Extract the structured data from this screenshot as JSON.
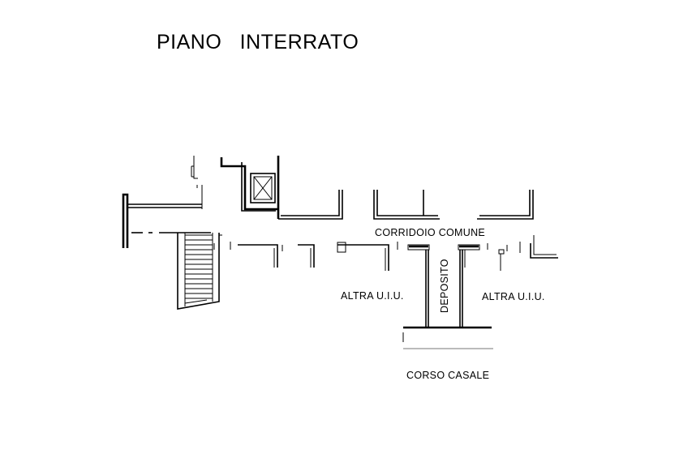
{
  "title": "PIANO   INTERRATO",
  "labels": {
    "corridor": "CORRIDOIO COMUNE",
    "other_unit_left": "ALTRA U.I.U.",
    "storage": "DEPOSITO",
    "other_unit_right": "ALTRA U.I.U.",
    "street": "CORSO CASALE"
  },
  "colors": {
    "line": "#000000",
    "background": "#ffffff"
  }
}
